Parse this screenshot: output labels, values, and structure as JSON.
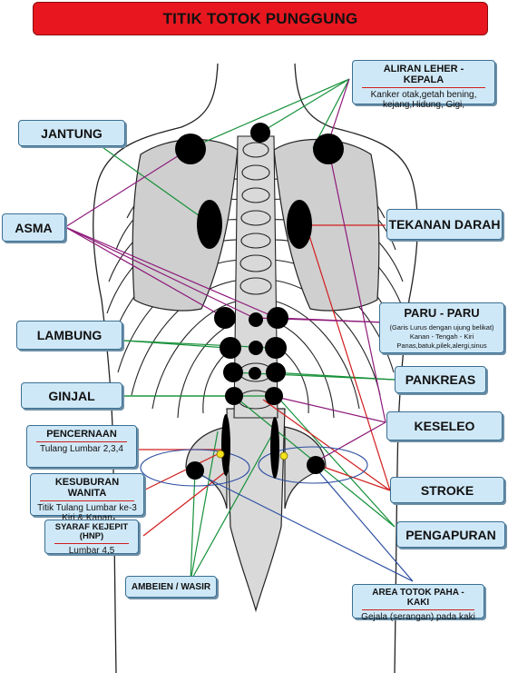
{
  "title": "TITIK TOTOK PUNGGUNG",
  "labels": {
    "aliran_leher": {
      "heading": "ALIRAN LEHER - KEPALA",
      "lines": [
        "Kanker otak,getah bening,",
        "kejang,Hidung, Gigi,"
      ]
    },
    "jantung": "JANTUNG",
    "asma": "ASMA",
    "tekanan_darah": "TEKANAN DARAH",
    "lambung": "LAMBUNG",
    "paru_paru": {
      "heading": "PARU - PARU",
      "lines": [
        "(Garis Lurus dengan ujung belikat)",
        "Kanan - Tengah - Kiri",
        "Panas,batuk,pilek,alergi,sinus"
      ]
    },
    "ginjal": "GINJAL",
    "pankreas": "PANKREAS",
    "keseleo": "KESELEO",
    "pencernaan": {
      "heading": "PENCERNAAN",
      "lines": [
        "Tulang Lumbar 2,3,4"
      ]
    },
    "kesuburan": {
      "heading": "KESUBURAN WANITA",
      "lines": [
        "Titik Tulang Lumbar ke-3",
        "Kiri & Kanan"
      ]
    },
    "syaraf": {
      "heading": "SYARAF KEJEPIT (HNP)",
      "lines": [
        "Lumbar 4,5"
      ]
    },
    "stroke": "STROKE",
    "pengapuran": "PENGAPURAN",
    "ambeien": "AMBEIEN / WASIR",
    "area_paha": {
      "heading": "AREA TOTOK PAHA - KAKI",
      "lines": [
        "Gejala (serangan) pada kaki"
      ]
    }
  },
  "colors": {
    "title_bg": "#e8171f",
    "label_bg": "#cfe8f7",
    "bone": "#d9d9d9",
    "point": "#000000",
    "line_red": "#d21d1d",
    "line_green": "#17913a",
    "line_purple": "#8e1b7a",
    "line_blue": "#2b4ea0",
    "marker_yellow": "#f2e21b"
  }
}
